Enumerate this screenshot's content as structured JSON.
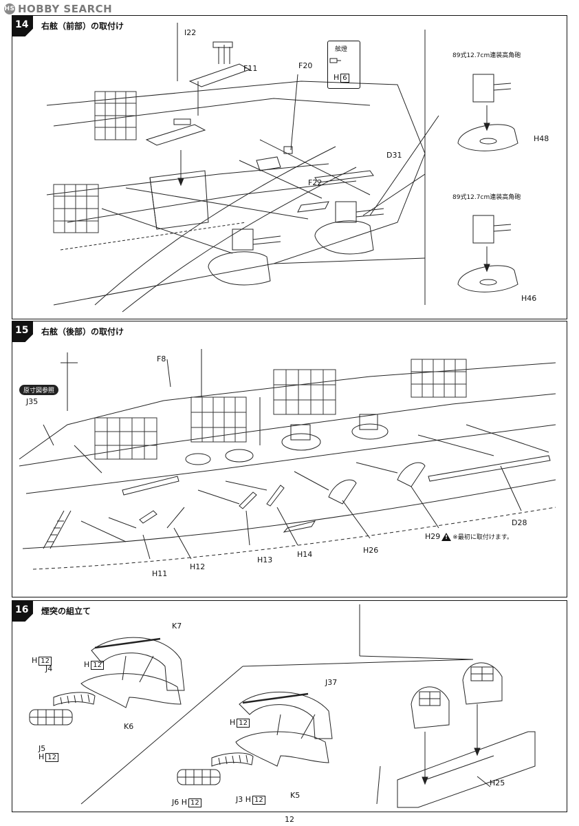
{
  "watermark": "HOBBY SEARCH",
  "page_number": "12",
  "steps": [
    {
      "number": "14",
      "title": "右舷（前部）の取付け",
      "parts": {
        "i22": "I22",
        "f11": "F11",
        "f20": "F20",
        "f22": "F22",
        "d31": "D31",
        "h48": "H48",
        "h46": "H46"
      },
      "ref_box": {
        "title": "舷燈",
        "part": "H",
        "qty": "6"
      },
      "gun_label_1": "89式12.7cm連装高角砲",
      "gun_label_2": "89式12.7cm連装高角砲"
    },
    {
      "number": "15",
      "title": "右舷（後部）の取付け",
      "note_pill": "原寸図参照",
      "parts": {
        "f8": "F8",
        "j35": "J35",
        "d28": "D28",
        "h29": "H29",
        "h26": "H26",
        "h14": "H14",
        "h13": "H13",
        "h12": "H12",
        "h11": "H11"
      },
      "note": "※最初に取付けます。"
    },
    {
      "number": "16",
      "title": "煙突の組立て",
      "parts": {
        "k7": "K7",
        "h": "H",
        "qty12": "12",
        "j4": "J4",
        "k6": "K6",
        "j5": "J5",
        "j37": "J37",
        "k5": "K5",
        "j6": "J6",
        "j3": "J3",
        "h25": "H25"
      }
    }
  ]
}
